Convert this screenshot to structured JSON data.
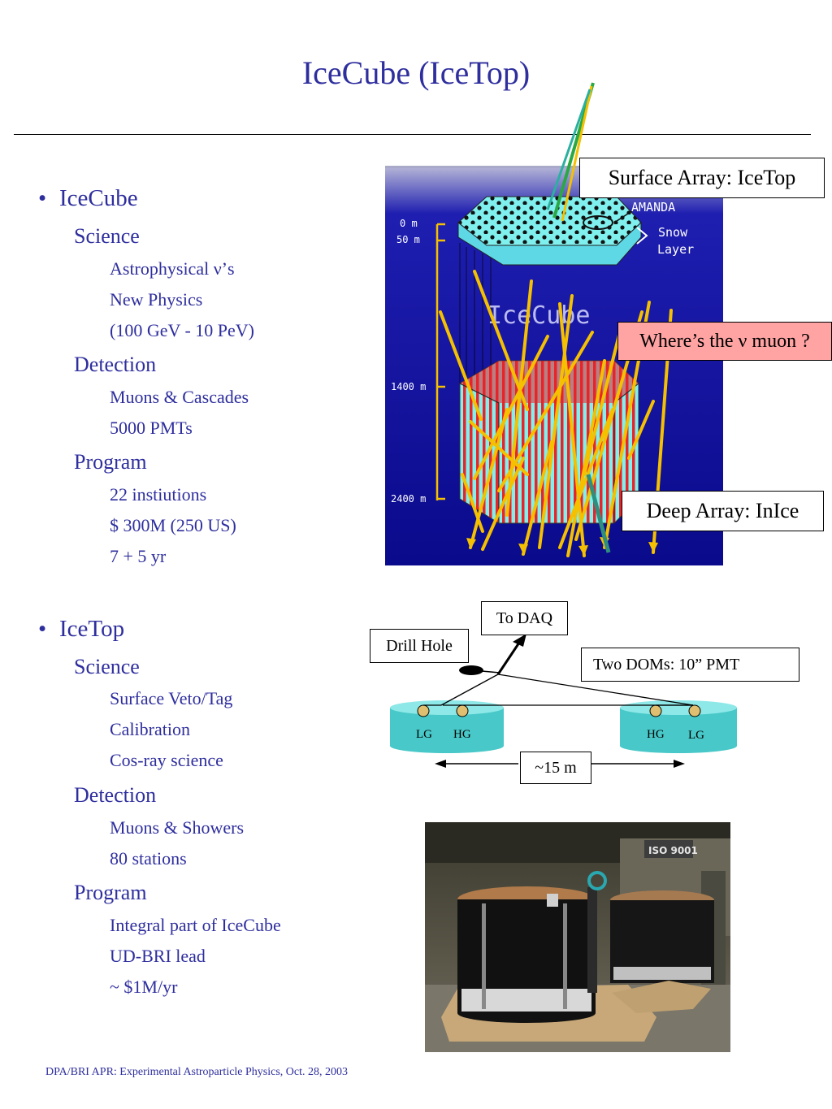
{
  "title": "IceCube (IceTop)",
  "icecube": {
    "heading": "IceCube",
    "sections": [
      {
        "label": "Science",
        "items": [
          "Astrophysical ν’s",
          "New Physics",
          "(100 GeV - 10 PeV)"
        ]
      },
      {
        "label": "Detection",
        "items": [
          "Muons & Cascades",
          "5000 PMTs"
        ]
      },
      {
        "label": "Program",
        "items": [
          "22 instiutions",
          "$ 300M (250 US)",
          "7 + 5 yr"
        ]
      }
    ]
  },
  "icetop": {
    "heading": "IceTop",
    "sections": [
      {
        "label": "Science",
        "items": [
          "Surface Veto/Tag",
          "Calibration",
          "Cos-ray science"
        ]
      },
      {
        "label": "Detection",
        "items": [
          "Muons & Showers",
          "80 stations"
        ]
      },
      {
        "label": "Program",
        "items": [
          "Integral part of IceCube",
          "UD-BRI lead",
          "~ $1M/yr"
        ]
      }
    ]
  },
  "detector_figure": {
    "amanda_label": "AMANDA",
    "snow_label_1": "Snow",
    "snow_label_2": "Layer",
    "icecube_label": "IceCube",
    "depth_0": "0 m",
    "depth_50": "50 m",
    "depth_1400": "1400 m",
    "depth_2400": "2400 m",
    "callout_surface": "Surface Array: IceTop",
    "callout_muon": "Where’s the ν muon ?",
    "callout_deep": "Deep Array: InIce"
  },
  "tank_diagram": {
    "to_daq": "To DAQ",
    "drill_hole": "Drill Hole",
    "two_doms": "Two DOMs: 10” PMT",
    "left_tank_lg": "LG",
    "left_tank_hg": "HG",
    "right_tank_hg": "HG",
    "right_tank_lg": "LG",
    "distance": "~15 m"
  },
  "photo": {
    "sign_text": "ISO 9001"
  },
  "footer": "DPA/BRI APR: Experimental Astroparticle Physics,  Oct. 28, 2003",
  "colors": {
    "text_blue": "#2e2e9e",
    "ice_blue": "#7ff0ee",
    "night_blue": "#0a0a8c",
    "track_yellow": "#f5c000",
    "pink": "#ffa3a3"
  }
}
